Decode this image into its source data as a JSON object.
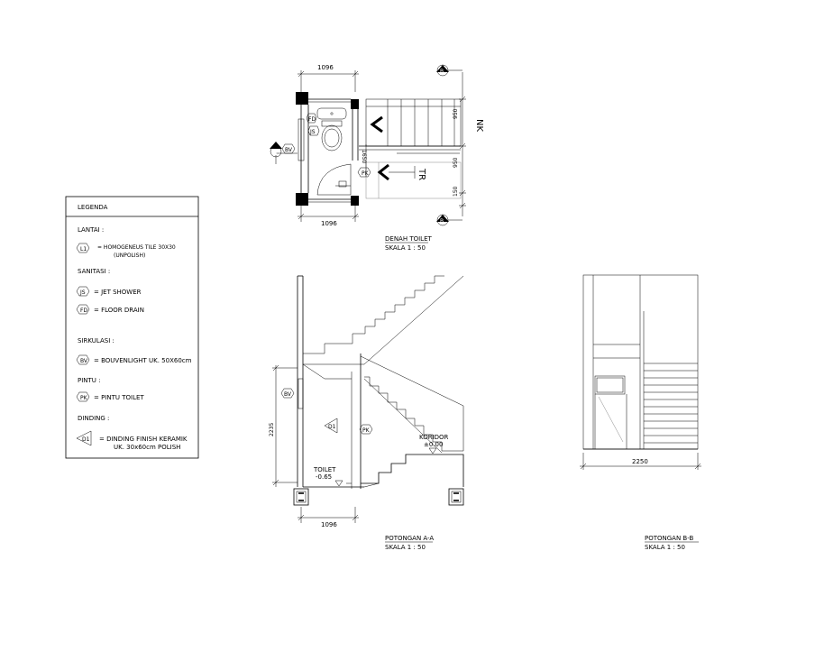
{
  "legend": {
    "title": "LEGENDA",
    "lantai_heading": "LANTAI :",
    "l1_tag": "L1",
    "l1_desc_1": "=   HOMOGENEUS TILE 30X30",
    "l1_desc_2": "(UNPOLISH)",
    "sanitasi_heading": "SANITASI :",
    "js_tag": "JS",
    "js_desc": "= JET SHOWER",
    "fd_tag": "FD",
    "fd_desc": "= FLOOR DRAIN",
    "sirkulasi_heading": "SIRKULASI :",
    "bv_tag": "BV",
    "bv_desc": "= BOUVENLIGHT UK. 50X60cm",
    "pintu_heading": "PINTU :",
    "pk_tag": "PK",
    "pk_desc": "= PINTU TOILET",
    "dinding_heading": "DINDING :",
    "d1_tag": "D1",
    "d1_desc_1": "=    DINDING FINISH KERAMIK",
    "d1_desc_2": "UK. 30x60cm POLISH"
  },
  "plan": {
    "dim_top": "1096",
    "dim_bottom": "1096",
    "dim_right_1": "950",
    "dim_right_2": "950",
    "dim_right_3": "150",
    "dim_inner": "1650",
    "label_nk": "NK",
    "label_tr": "TR",
    "fd_tag": "FD",
    "js_tag": "JS",
    "bv_tag": "BV",
    "pk_tag": "PK",
    "sec_a": "A",
    "sec_b": "B",
    "title": "DENAH TOILET",
    "scale": "SKALA 1 : 50"
  },
  "section_aa": {
    "dim_height": "2235",
    "dim_width": "1096",
    "bv_tag": "BV",
    "d1_tag": "D1",
    "pk_tag": "PK",
    "koridor_label": "KORIDOR",
    "koridor_level": "±0.00",
    "toilet_label": "TOILET",
    "toilet_level": "-0.65",
    "title": "POTONGAN A-A",
    "scale": "SKALA 1 : 50"
  },
  "section_bb": {
    "dim_width": "2250",
    "title": "POTONGAN B-B",
    "scale": "SKALA 1 : 50"
  }
}
